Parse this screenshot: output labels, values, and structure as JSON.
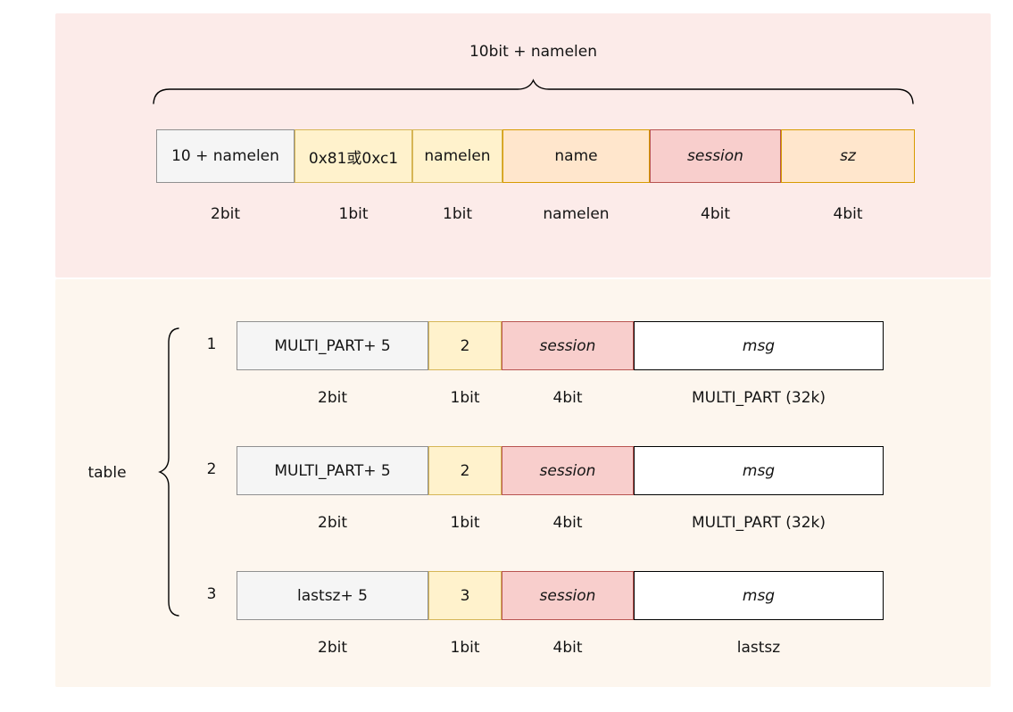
{
  "top_section": {
    "title": "10bit + namelen",
    "cells": [
      {
        "label": "10 + namelen",
        "sublabel": "2bit"
      },
      {
        "label": "0x81或0xc1",
        "sublabel": "1bit"
      },
      {
        "label": "namelen",
        "sublabel": "1bit"
      },
      {
        "label": "name",
        "sublabel": "namelen"
      },
      {
        "label": "session",
        "sublabel": "4bit"
      },
      {
        "label": "sz",
        "sublabel": "4bit"
      }
    ]
  },
  "bottom_section": {
    "group_label": "table",
    "rows": [
      {
        "index": "1",
        "cells": [
          {
            "label": "MULTI_PART+ 5",
            "sublabel": "2bit"
          },
          {
            "label": "2",
            "sublabel": "1bit"
          },
          {
            "label": "session",
            "sublabel": "4bit"
          },
          {
            "label": "msg",
            "sublabel": "MULTI_PART (32k)"
          }
        ]
      },
      {
        "index": "2",
        "cells": [
          {
            "label": "MULTI_PART+ 5",
            "sublabel": "2bit"
          },
          {
            "label": "2",
            "sublabel": "1bit"
          },
          {
            "label": "session",
            "sublabel": "4bit"
          },
          {
            "label": "msg",
            "sublabel": "MULTI_PART (32k)"
          }
        ]
      },
      {
        "index": "3",
        "cells": [
          {
            "label": "lastsz+ 5",
            "sublabel": "2bit"
          },
          {
            "label": "3",
            "sublabel": "1bit"
          },
          {
            "label": "session",
            "sublabel": "4bit"
          },
          {
            "label": "msg",
            "sublabel": "lastsz"
          }
        ]
      }
    ]
  },
  "colors": {
    "panel_top_bg": "#fcebe9",
    "panel_bottom_bg": "#fdf6ee",
    "cell_gray_bg": "#f5f5f5",
    "cell_gray_border": "#909090",
    "cell_yellow_bg": "#fff2cc",
    "cell_yellow_border": "#d6b656",
    "cell_orange_bg": "#ffe6cc",
    "cell_orange_border": "#d79b00",
    "cell_pink_bg": "#f8cecc",
    "cell_pink_border": "#b85450",
    "cell_white_bg": "#ffffff",
    "cell_white_border": "#000000"
  }
}
